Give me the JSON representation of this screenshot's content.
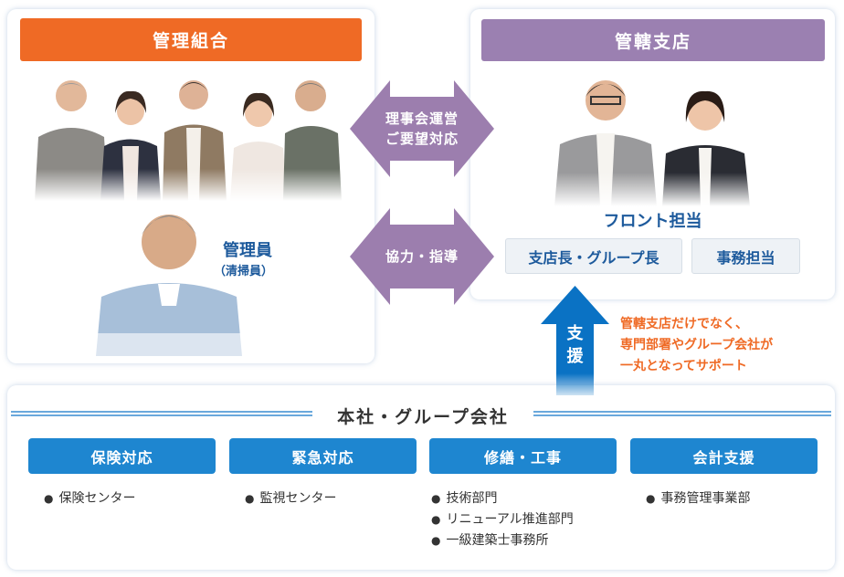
{
  "left": {
    "title": "管理組合",
    "manager_label": "管理員",
    "manager_sub": "（清掃員）",
    "color": "#ef6a25"
  },
  "right": {
    "title": "管轄支店",
    "front_label": "フロント担当",
    "roles": [
      "支店長・グループ長",
      "事務担当"
    ],
    "color": "#9b80b1"
  },
  "arrows": {
    "top": [
      "理事会運営",
      "ご要望対応"
    ],
    "bottom": "協力・指導",
    "support": [
      "支",
      "援"
    ]
  },
  "note": [
    "管轄支店だけでなく、",
    "専門部署やグループ会社が",
    "一丸となってサポート"
  ],
  "hq": {
    "title": "本社・グループ会社",
    "departments": [
      {
        "label": "保険対応",
        "items": [
          "保険センター"
        ]
      },
      {
        "label": "緊急対応",
        "items": [
          "監視センター"
        ]
      },
      {
        "label": "修繕・工事",
        "items": [
          "技術部門",
          "リニューアル推進部門",
          "一級建築士事務所"
        ]
      },
      {
        "label": "会計支援",
        "items": [
          "事務管理事業部"
        ]
      }
    ]
  }
}
